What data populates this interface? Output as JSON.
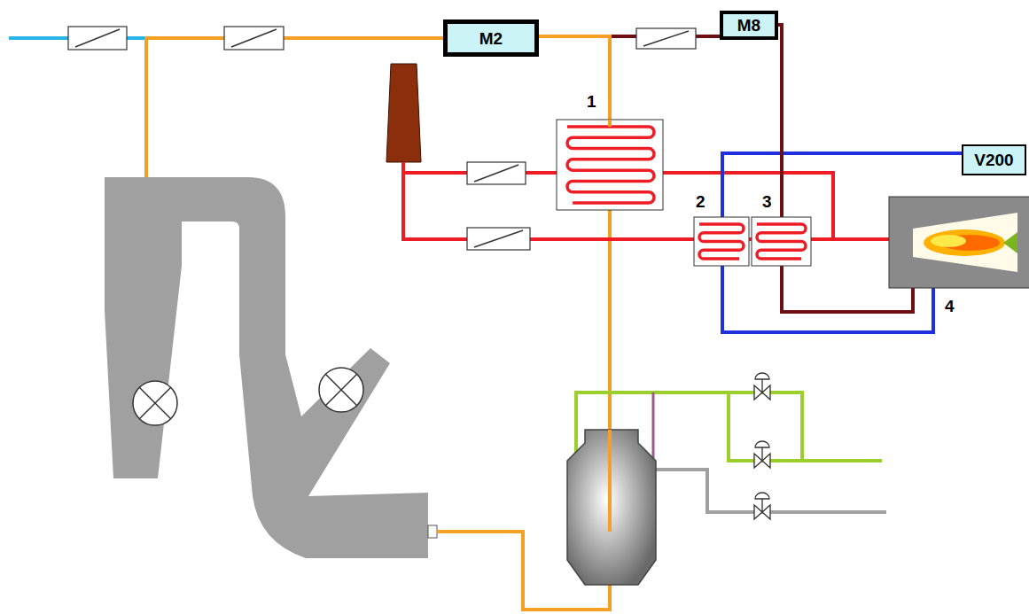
{
  "diagram": {
    "nodes": [
      {
        "text": [
          "M2"
        ]
      },
      {
        "text": [
          "M8"
        ]
      },
      {
        "text": [
          "V200"
        ]
      }
    ],
    "edges": [
      {
        "from": 0,
        "to": 1,
        "arrow": "none"
      }
    ],
    "labels": [
      "1",
      "2",
      "3",
      "4"
    ]
  }
}
